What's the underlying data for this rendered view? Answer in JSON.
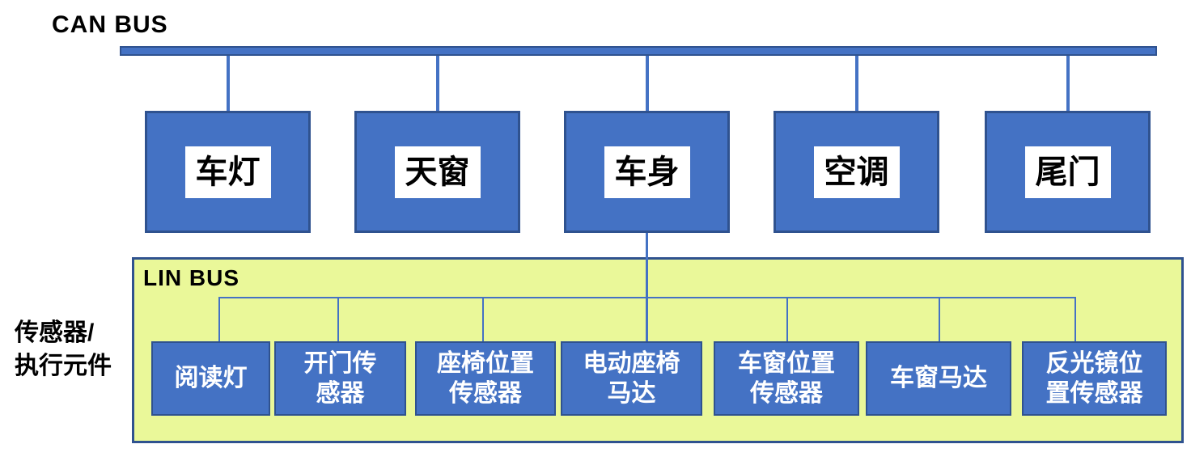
{
  "diagram": {
    "can_bus": {
      "label": "CAN BUS",
      "nodes": [
        {
          "label": "车灯"
        },
        {
          "label": "天窗"
        },
        {
          "label": "车身"
        },
        {
          "label": "空调"
        },
        {
          "label": "尾门"
        }
      ]
    },
    "lin_bus": {
      "label": "LIN BUS",
      "nodes": [
        {
          "label": "阅读灯"
        },
        {
          "label": "开门传\n感器"
        },
        {
          "label": "座椅位置\n传感器"
        },
        {
          "label": "电动座椅\n马达"
        },
        {
          "label": "车窗位置\n传感器"
        },
        {
          "label": "车窗马达"
        },
        {
          "label": "反光镜位\n置传感器"
        }
      ]
    },
    "side_label": "传感器/\n执行元件",
    "colors": {
      "node_fill": "#4472C4",
      "node_border": "#2F528F",
      "lin_area_fill": "#EAF899",
      "text_dark": "#000000",
      "text_light": "#FFFFFF",
      "background": "#FFFFFF"
    }
  }
}
